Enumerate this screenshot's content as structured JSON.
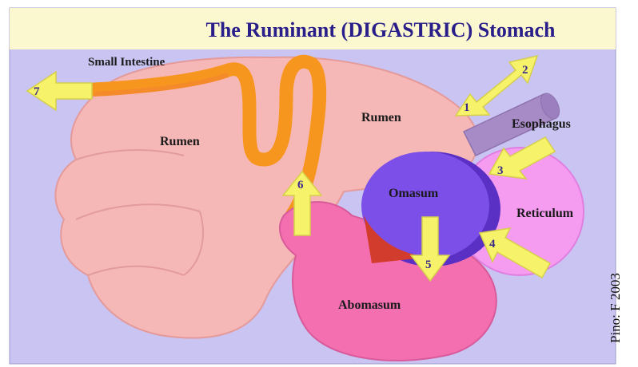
{
  "title": "The Ruminant (DIGASTRIC) Stomach",
  "credit": "Pino: F 2003",
  "colors": {
    "background": "#c9c4f2",
    "title_bar": "#fbf8cf",
    "title_text": "#2a1f8a",
    "rumen": "#f6b7b7",
    "rumen_outline": "#e59a9a",
    "omasum": "#7b4fe8",
    "reticulum": "#f59bf0",
    "abomasum": "#f36fb0",
    "intestine": "#f7961e",
    "esophagus": "#a78bc6",
    "arrow": "#f6f26a"
  },
  "labels": {
    "small_intestine": "Small Intestine",
    "rumen_left": "Rumen",
    "rumen_right": "Rumen",
    "esophagus": "Esophagus",
    "omasum": "Omasum",
    "reticulum": "Reticulum",
    "abomasum": "Abomasum"
  },
  "arrows": [
    "1",
    "2",
    "3",
    "4",
    "5",
    "6",
    "7"
  ]
}
